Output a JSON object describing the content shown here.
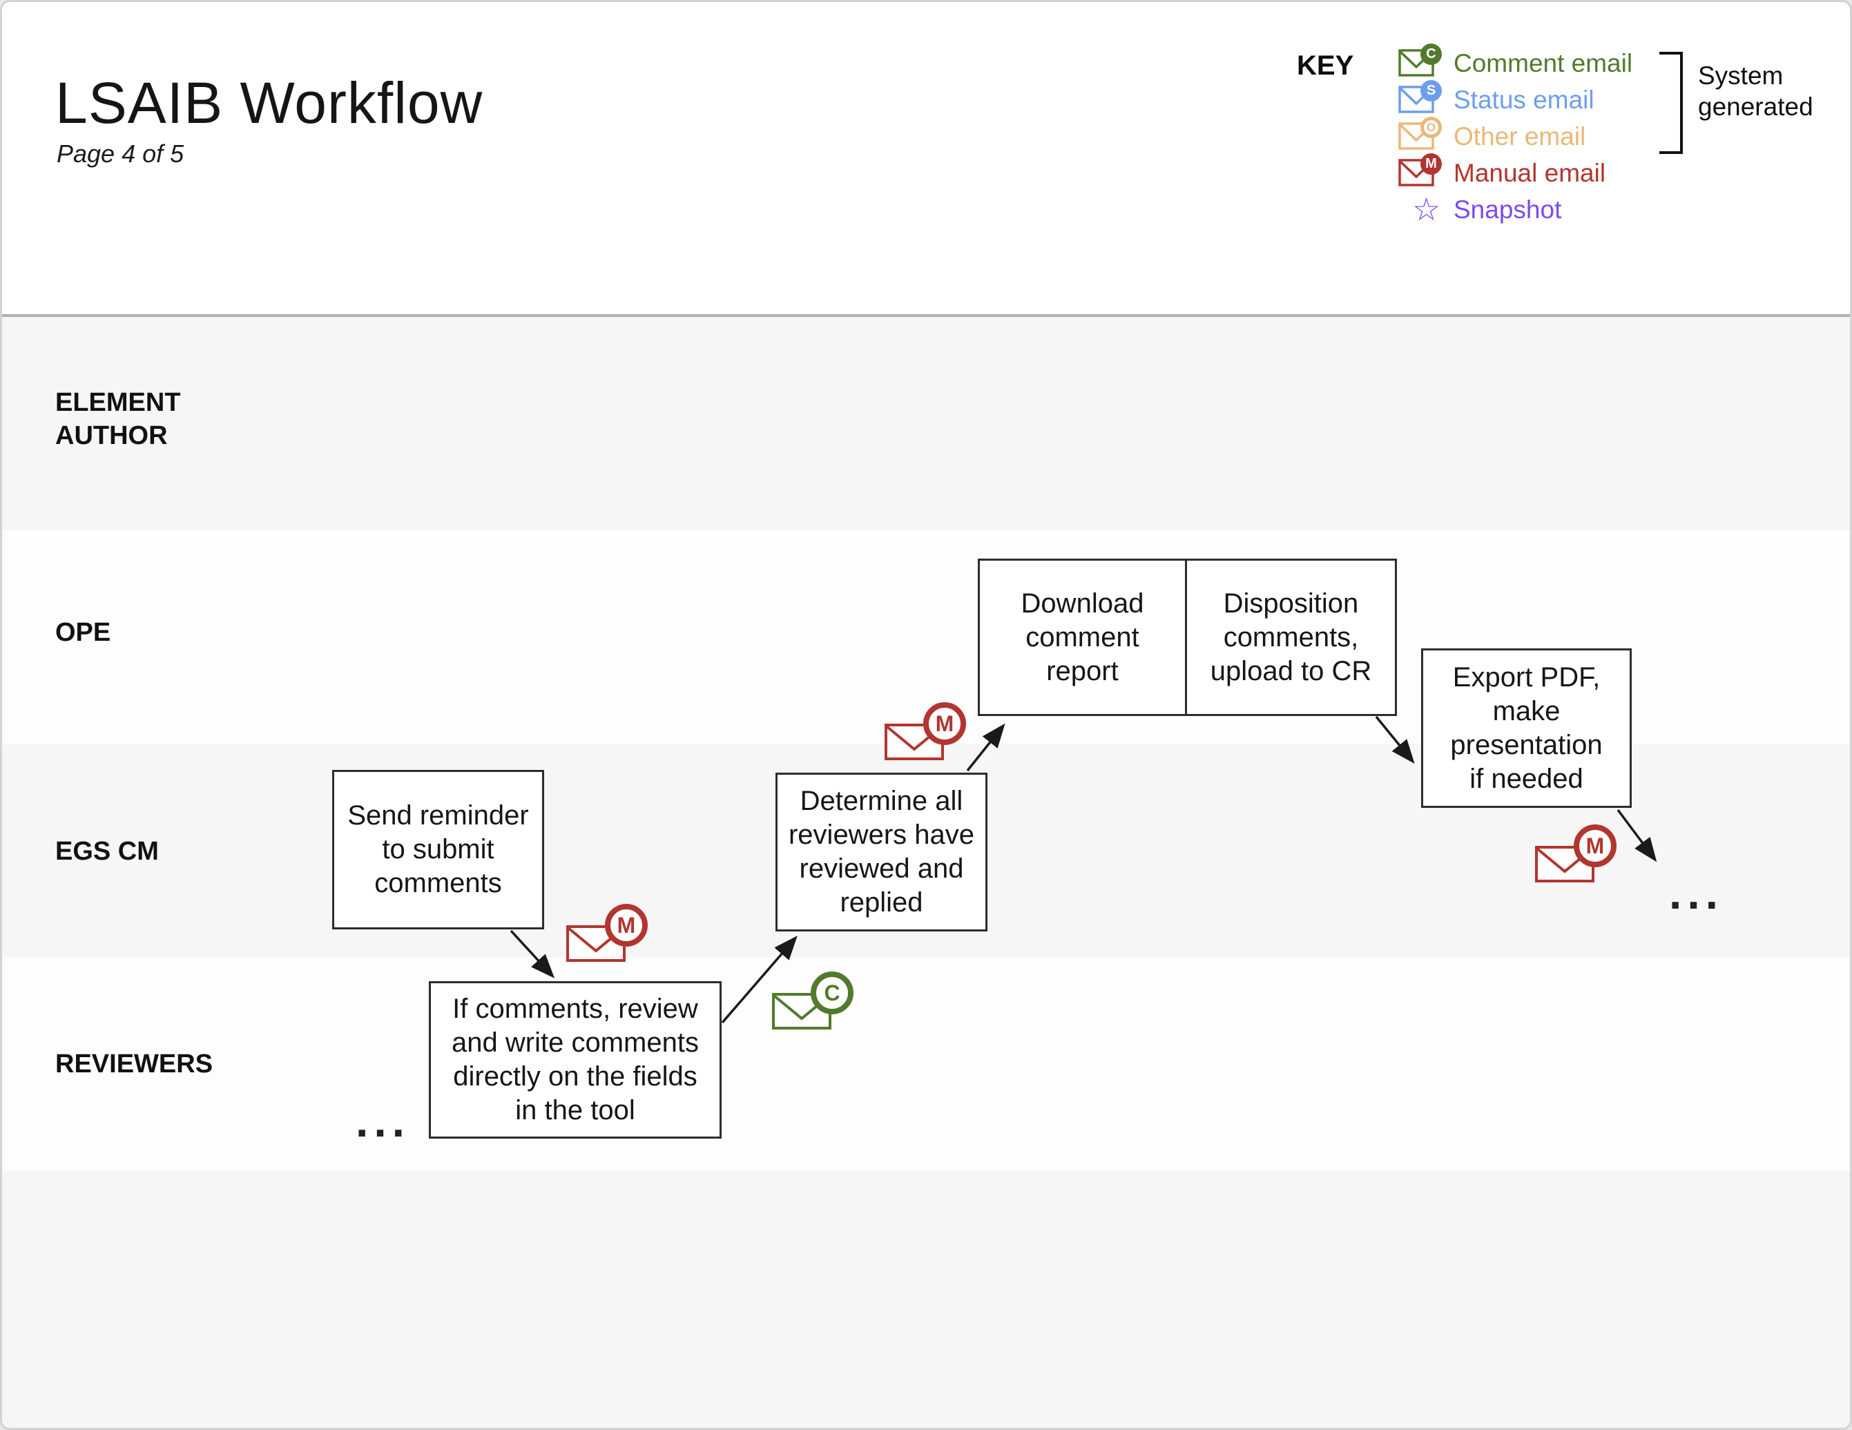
{
  "colors": {
    "comment": "#527a2c",
    "status": "#6d9eeb",
    "other": "#e9b878",
    "manual": "#b23530",
    "snapshot": "#7c4bf0",
    "ink": "#1a1a1a"
  },
  "header": {
    "title": "LSAIB Workflow",
    "page_indicator": "Page 4 of 5",
    "key": {
      "label": "KEY",
      "items": [
        {
          "label": "Comment email",
          "letter": "C",
          "type": "comment"
        },
        {
          "label": "Status email",
          "letter": "S",
          "type": "status"
        },
        {
          "label": "Other email",
          "letter": "O",
          "type": "other"
        },
        {
          "label": "Manual email",
          "letter": "M",
          "type": "manual"
        },
        {
          "label": "Snapshot",
          "glyph": "☆",
          "type": "snapshot"
        }
      ],
      "system_generated_note": "System\ngenerated"
    }
  },
  "swimlanes": [
    {
      "label": "ELEMENT\nAUTHOR"
    },
    {
      "label": "OPE"
    },
    {
      "label": "EGS CM"
    },
    {
      "label": "REVIEWERS"
    }
  ],
  "flow": {
    "nodes": [
      {
        "id": "send-reminder",
        "label": "Send reminder\nto submit\ncomments"
      },
      {
        "id": "if-comments",
        "label": "If comments, review\nand write comments\ndirectly on the fields\nin the tool"
      },
      {
        "id": "determine-all",
        "label": "Determine all\nreviewers have\nreviewed and\nreplied"
      },
      {
        "id": "download-report",
        "label": "Download\ncomment\nreport"
      },
      {
        "id": "disposition",
        "label": "Disposition\ncomments,\nupload to CR"
      },
      {
        "id": "export-pdf",
        "label": "Export PDF,\nmake\npresentation\nif needed"
      }
    ],
    "email_markers": [
      {
        "type": "manual",
        "letter": "M"
      },
      {
        "type": "comment",
        "letter": "C"
      },
      {
        "type": "manual",
        "letter": "M"
      },
      {
        "type": "manual",
        "letter": "M"
      }
    ],
    "continuation_left": "...",
    "continuation_right": "..."
  }
}
